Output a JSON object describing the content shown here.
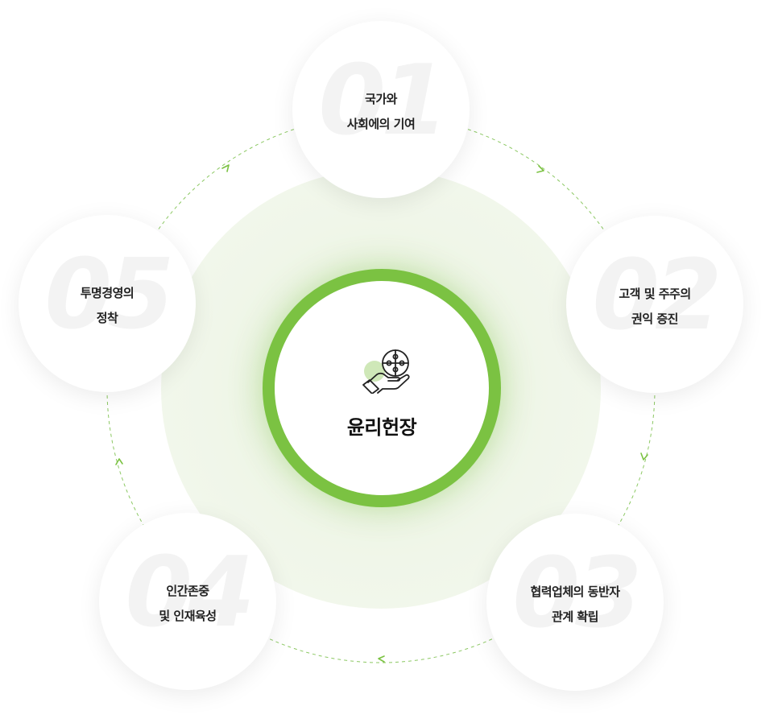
{
  "center": {
    "title": "윤리헌장",
    "icon": "hand-puzzle-icon"
  },
  "steps": [
    {
      "num": "01",
      "lines": [
        "국가와",
        "사회에의 기여"
      ]
    },
    {
      "num": "02",
      "lines": [
        "고객 및 주주의",
        "권익 증진"
      ]
    },
    {
      "num": "03",
      "lines": [
        "협력업체의 동반자",
        "관계 확립"
      ]
    },
    {
      "num": "04",
      "lines": [
        "인간존중",
        "및 인재육성"
      ]
    },
    {
      "num": "05",
      "lines": [
        "투명경영의",
        "정착"
      ]
    }
  ],
  "colors": {
    "accent": "#7bc242",
    "disc": "#eef5e6",
    "number": "#f3f3f3"
  }
}
